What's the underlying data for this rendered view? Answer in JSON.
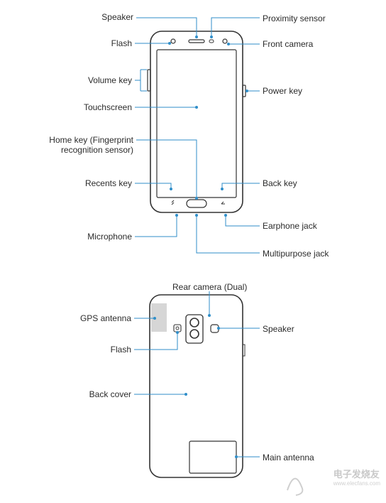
{
  "front": {
    "speaker": "Speaker",
    "proximity_sensor": "Proximity sensor",
    "flash": "Flash",
    "front_camera": "Front camera",
    "volume_key": "Volume key",
    "power_key": "Power key",
    "touchscreen": "Touchscreen",
    "home_key_line1": "Home key (Fingerprint",
    "home_key_line2": "recognition sensor)",
    "recents_key": "Recents key",
    "back_key": "Back key",
    "earphone_jack": "Earphone jack",
    "microphone": "Microphone",
    "multipurpose_jack": "Multipurpose jack"
  },
  "back": {
    "rear_camera": "Rear camera (Dual)",
    "gps_antenna": "GPS antenna",
    "speaker": "Speaker",
    "flash": "Flash",
    "back_cover": "Back cover",
    "main_antenna": "Main antenna"
  },
  "watermark": {
    "title": "电子发烧友",
    "url": "www.elecfans.com"
  },
  "colors": {
    "callout": "#2f8ec9",
    "outline": "#333333",
    "antenna_fill": "#d6d6d6"
  }
}
